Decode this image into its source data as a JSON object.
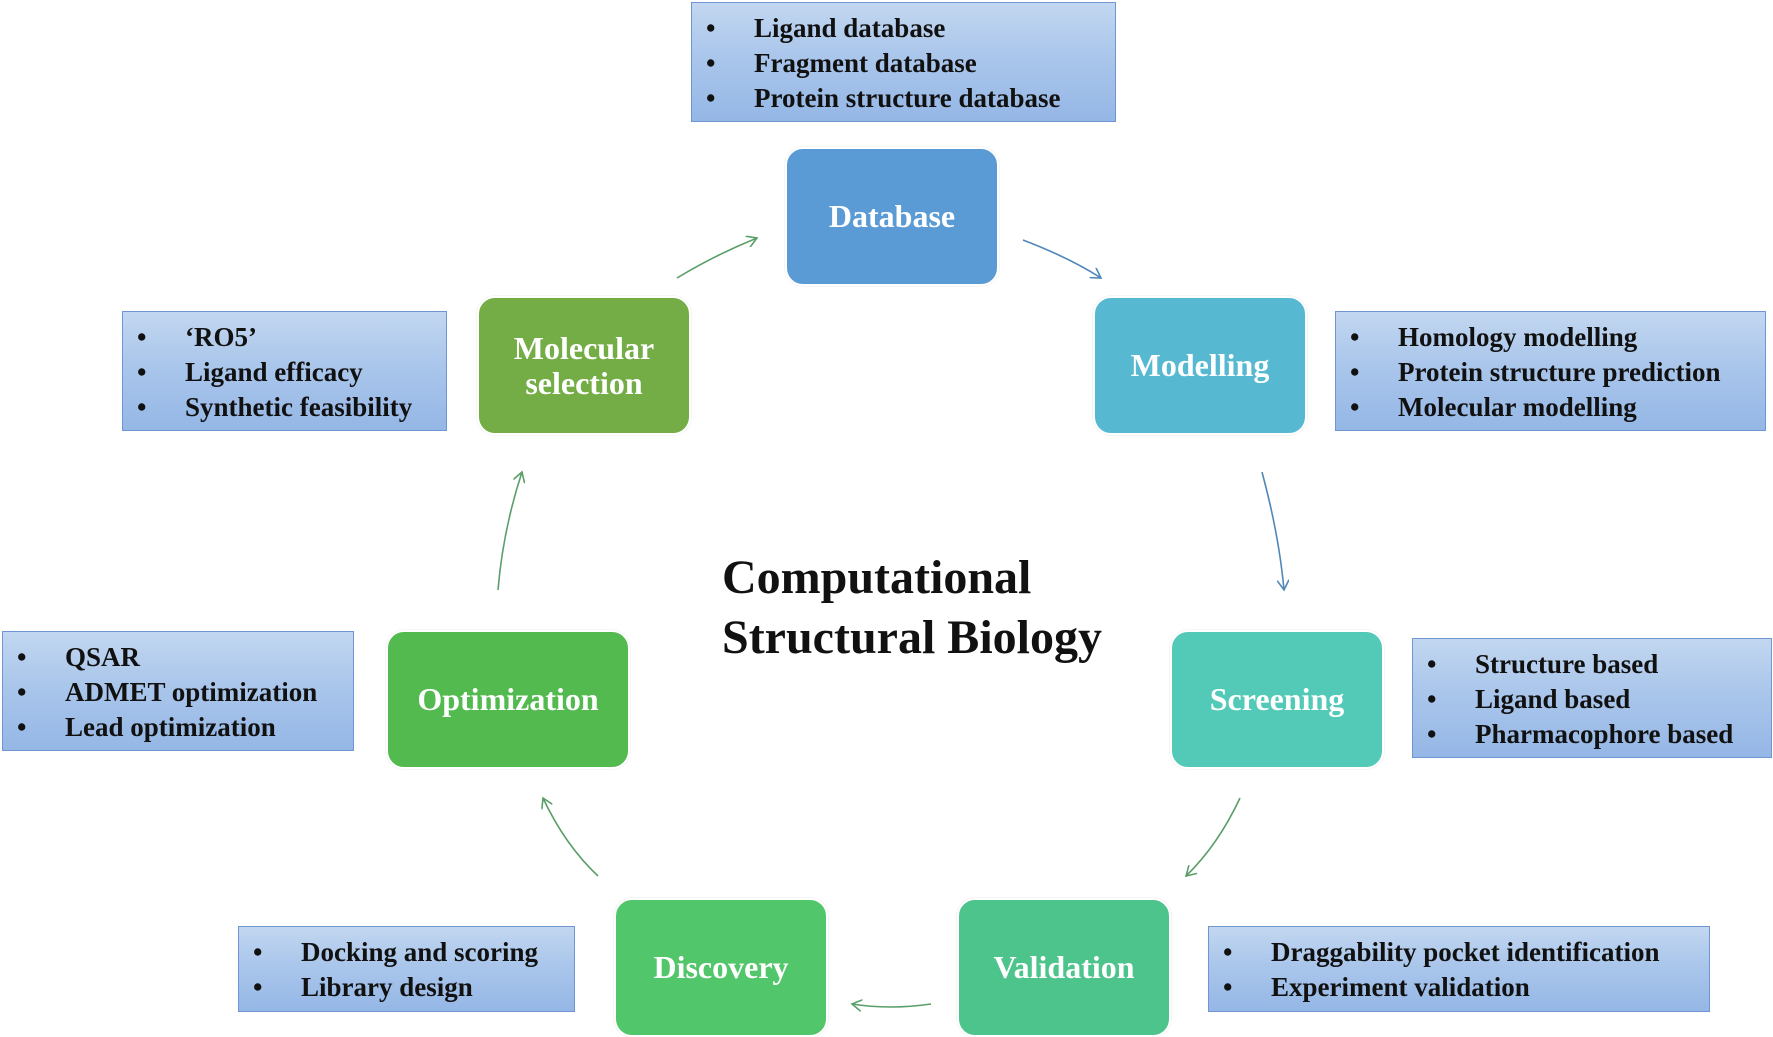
{
  "title": [
    "Computational",
    "Structural Biology"
  ],
  "stages": [
    {
      "id": "database",
      "label": "Database",
      "color": "#5b9bd5"
    },
    {
      "id": "modelling",
      "label": "Modelling",
      "color": "#57b9d1"
    },
    {
      "id": "screening",
      "label": "Screening",
      "color": "#53c9b8"
    },
    {
      "id": "validation",
      "label": "Validation",
      "color": "#4cc48b"
    },
    {
      "id": "discovery",
      "label": "Discovery",
      "color": "#52c66a"
    },
    {
      "id": "optimization",
      "label": "Optimization",
      "color": "#52ba4f"
    },
    {
      "id": "molecular-selection",
      "label": "Molecular selection",
      "color": "#74ad45"
    }
  ],
  "notes": {
    "database": [
      "Ligand database",
      "Fragment database",
      "Protein structure database"
    ],
    "modelling": [
      "Homology modelling",
      "Protein structure prediction",
      "Molecular modelling"
    ],
    "screening": [
      "Structure based",
      "Ligand based",
      "Pharmacophore  based"
    ],
    "validation": [
      "Draggability pocket identification",
      "Experiment validation"
    ],
    "discovery": [
      "Docking and scoring",
      "Library design"
    ],
    "optimization": [
      "QSAR",
      "ADMET optimization",
      "Lead optimization"
    ],
    "molecular-selection": [
      "‘RO5’",
      "Ligand efficacy",
      "Synthetic feasibility"
    ]
  },
  "colors": {
    "arrow-blue": "#4f87b9",
    "arrow-green": "#5a9e6a",
    "note-border": "#6f96d2"
  }
}
